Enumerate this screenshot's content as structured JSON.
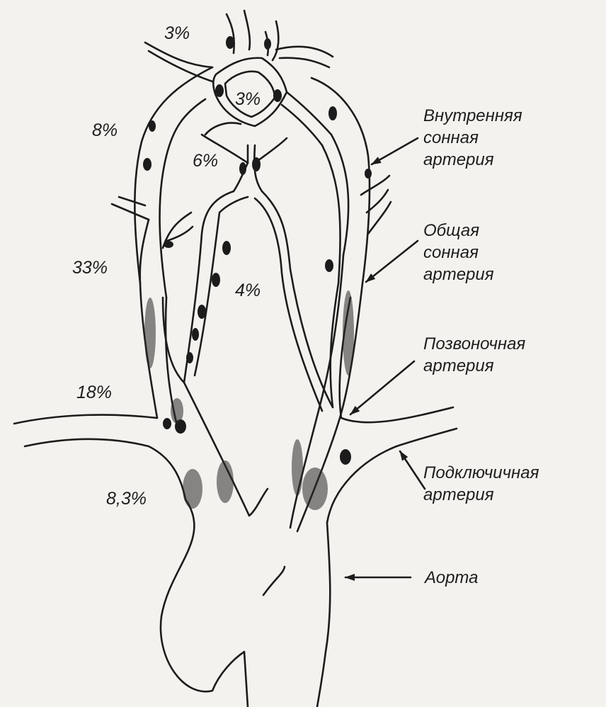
{
  "percentages": {
    "anterior_top": "3%",
    "circle": "3%",
    "middle_left": "8%",
    "posterior_center": "6%",
    "internal_carotid_origin": "33%",
    "vertebral_mid": "4%",
    "vertebral_origin": "18%",
    "aortic_arch": "8,3%"
  },
  "labels": {
    "internal_carotid": [
      "Внутренняя",
      "сонная",
      "артерия"
    ],
    "common_carotid": [
      "Общая",
      "сонная",
      "артерия"
    ],
    "vertebral": [
      "Позвоночная",
      "артерия"
    ],
    "subclavian": [
      "Подключичная",
      "артерия"
    ],
    "aorta": [
      "Аорта"
    ]
  },
  "colors": {
    "ink": "#1c1c1c",
    "paper": "#f3f2ee"
  }
}
